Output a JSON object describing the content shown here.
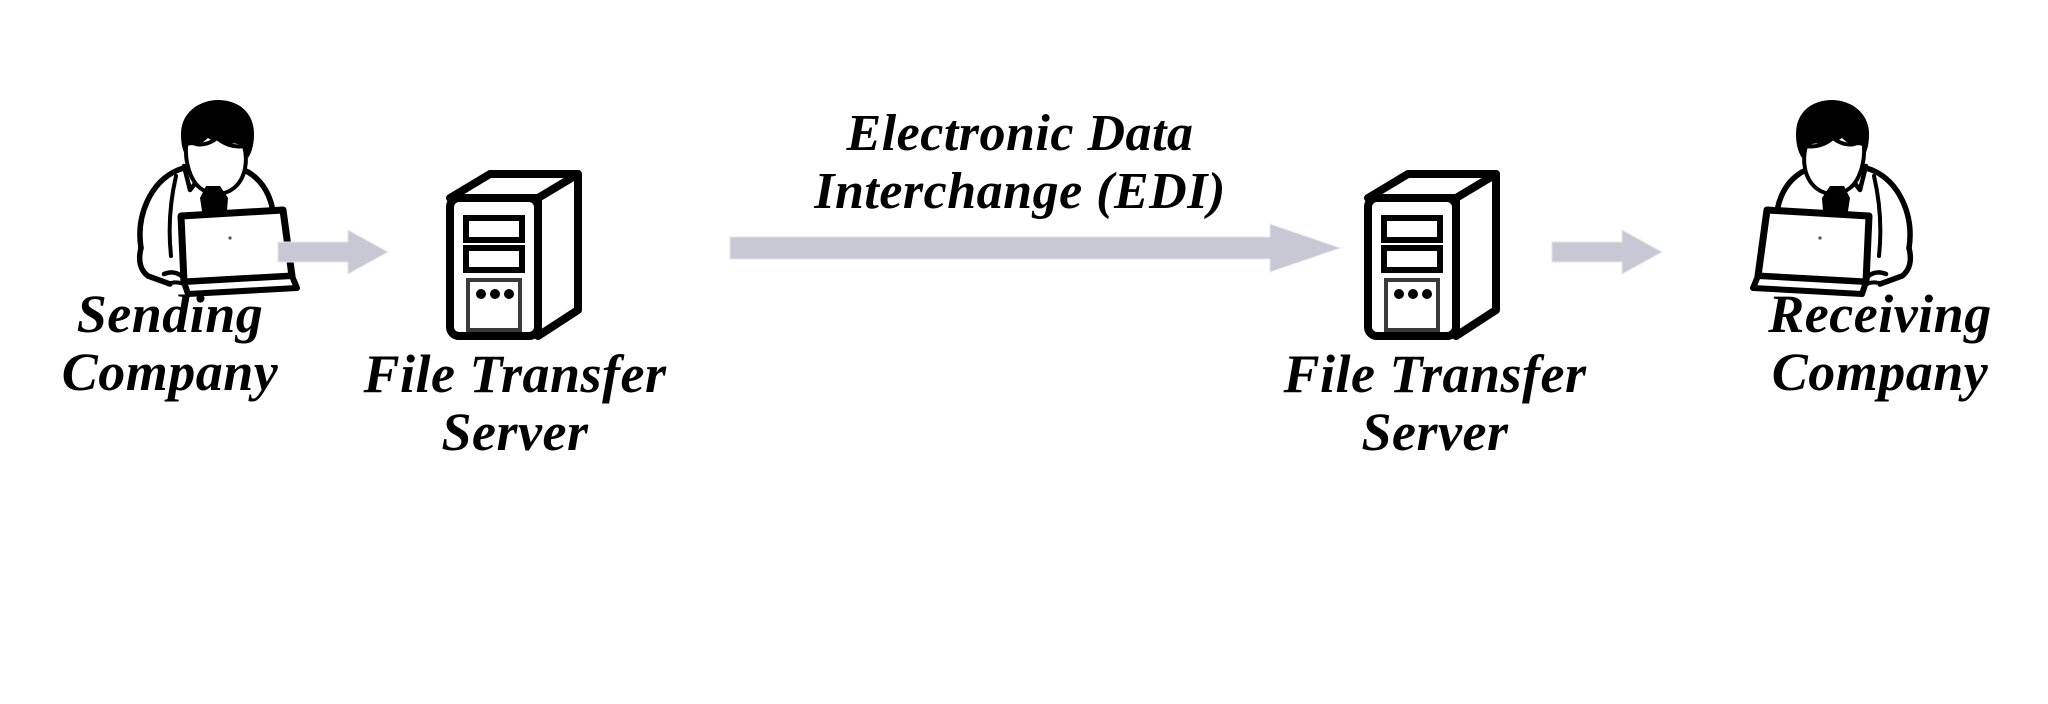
{
  "diagram": {
    "title_text": "Electronic Data\nInterchange (EDI)",
    "background_color": "#ffffff",
    "line_color": "#000000",
    "arrow_color": "#c8c8d4",
    "nodes": [
      {
        "id": "sending-company",
        "icon": "person-at-laptop-icon",
        "label": "Sending\nCompany"
      },
      {
        "id": "file-transfer-server-left",
        "icon": "server-tower-icon",
        "label": "File Transfer\nServer"
      },
      {
        "id": "file-transfer-server-right",
        "icon": "server-tower-icon",
        "label": "File Transfer\nServer"
      },
      {
        "id": "receiving-company",
        "icon": "person-at-laptop-icon",
        "label": "Receiving\nCompany"
      }
    ],
    "connectors": [
      {
        "id": "arrow-sending-to-server",
        "icon": "right-arrow-icon",
        "direction": "right"
      },
      {
        "id": "arrow-edi-transfer",
        "icon": "right-arrow-icon",
        "direction": "right"
      },
      {
        "id": "arrow-server-to-receiving",
        "icon": "right-arrow-icon",
        "direction": "right"
      }
    ]
  }
}
